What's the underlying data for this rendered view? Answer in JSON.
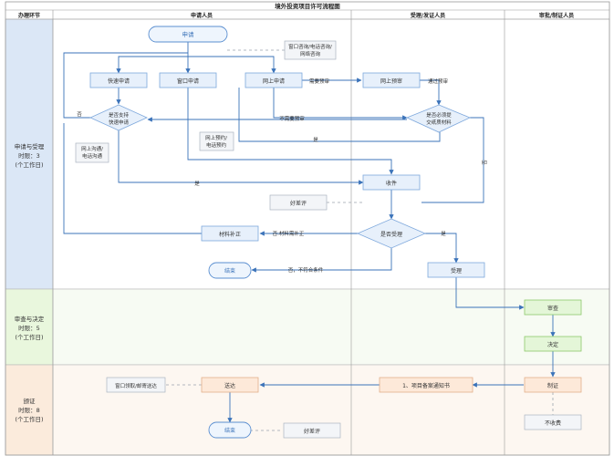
{
  "title": "境外投资项目许可流程图",
  "columns": {
    "stage": "办理环节",
    "applicant": "申请人员",
    "acceptor": "受理/发证人员",
    "approver": "审批/制证人员"
  },
  "lanes": {
    "lane1": [
      "申请与受理",
      "时限：3",
      "(个工作日)"
    ],
    "lane2": [
      "审查与决定",
      "时限：5",
      "(个工作日)"
    ],
    "lane3": [
      "颁证",
      "时限：8",
      "(个工作日)"
    ]
  },
  "nodes": {
    "apply": "申请",
    "consult_note": [
      "窗口咨询/电话咨询/",
      "网络咨询"
    ],
    "quick_apply": "快速申请",
    "window_apply": "窗口申请",
    "online_apply": "网上申请",
    "online_precheck": "网上预审",
    "support_quick": [
      "是否支持",
      "快速申请"
    ],
    "need_paper": [
      "是否必须提",
      "交纸质材料"
    ],
    "online_booking": [
      "网上预约/",
      "电话预约"
    ],
    "online_comm": [
      "网上沟通/",
      "电话沟通"
    ],
    "receive": "收件",
    "good_review": "好差评",
    "supplement": "材料补正",
    "accept_check": "是否受理",
    "end": "结束",
    "acceptance": "受理",
    "review": "审查",
    "decision": "决定",
    "make_cert": "制证",
    "not_charged": "不收费",
    "notice": "1、项目备案通知书",
    "deliver": "送达",
    "pickup": "窗口领取/邮寄送达",
    "end2": "结束",
    "good_review2": "好差评"
  },
  "edge_labels": {
    "need_precheck": "需要预审",
    "pass_precheck": "通过预审",
    "no": "否",
    "no_need_precheck": "不需要预审",
    "yes": "是",
    "no_need_supplement": "否:材料需补正",
    "no_not_meet": "否，不符合条件"
  }
}
